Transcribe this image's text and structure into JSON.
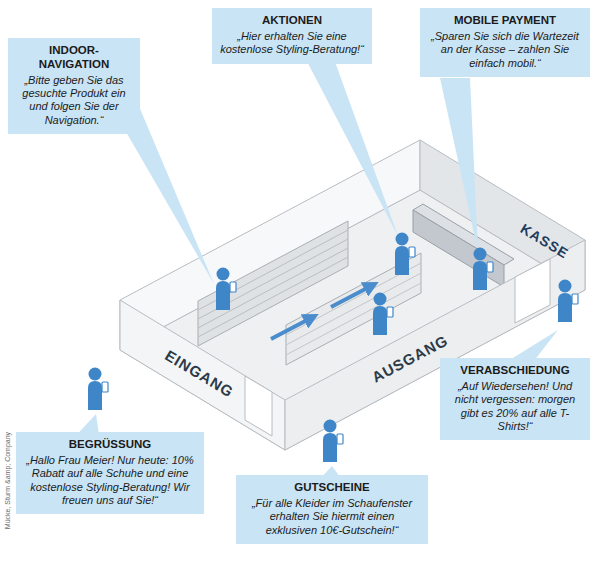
{
  "diagram": {
    "nodes": [
      {
        "text": [
          "INDOOR-NAVIGATION",
          "„Bitte geben Sie das gesuchte Produkt ein und folgen Sie der Navigation.“"
        ]
      },
      {
        "text": [
          "AKTIONEN",
          "„Hier erhalten Sie eine kostenlose Styling-Beratung!“"
        ]
      },
      {
        "text": [
          "MOBILE PAYMENT",
          "„Sparen Sie sich die Wartezeit an der Kasse – zahlen Sie einfach mobil.“"
        ]
      },
      {
        "text": [
          "VERABSCHIEDUNG",
          "„Auf Wiedersehen! Und nicht vergessen: morgen gibt es 20% auf alle T-Shirts!“"
        ]
      },
      {
        "text": [
          "GUTSCHEINE",
          "„Für alle Kleider im Schaufenster erhalten Sie hiermit einen exklusiven 10€-Gutschein!“"
        ]
      },
      {
        "text": [
          "BEGRÜSSUNG",
          "„Hallo Frau Meier! Nur heute: 10% Rabatt auf alle Schuhe und eine kostenlose Styling-Beratung! Wir freuen uns auf Sie!“"
        ]
      }
    ],
    "labels": [
      "KASSE",
      "EINGANG",
      "AUSGANG",
      "Mücke, Sturm &amp; Company"
    ]
  }
}
